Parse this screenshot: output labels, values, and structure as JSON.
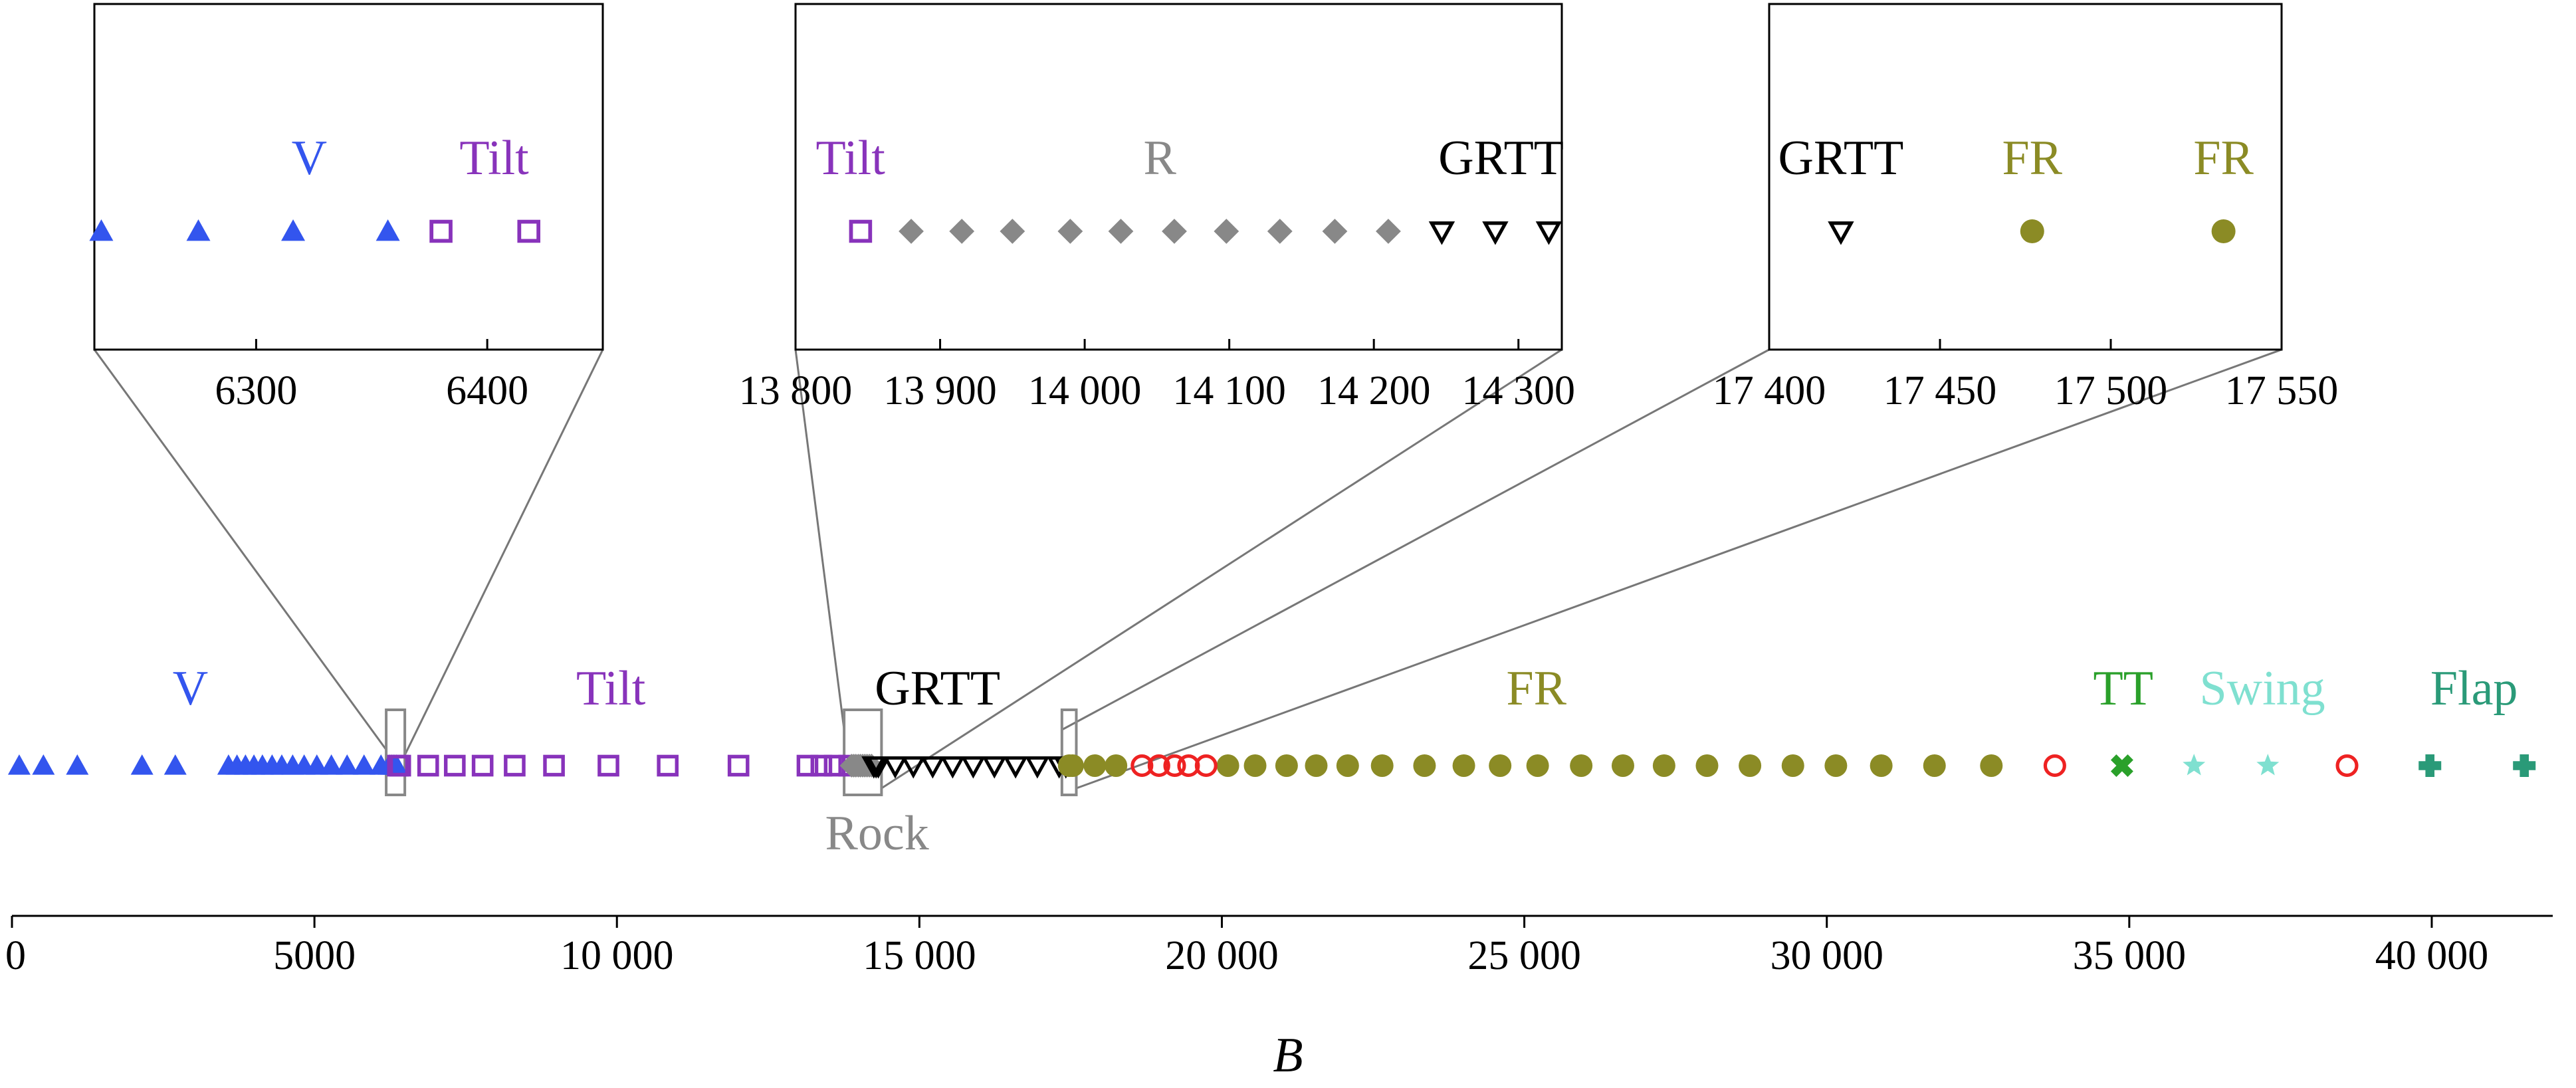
{
  "chart_data": [
    {
      "type": "scatter",
      "title": "",
      "xlabel": "B",
      "xlim": [
        0,
        42000
      ],
      "xticks": [
        0,
        5000,
        10000,
        15000,
        20000,
        25000,
        30000,
        35000,
        40000
      ],
      "tick_labels": [
        "0",
        "5000",
        "10 000",
        "15 000",
        "20 000",
        "25 000",
        "30 000",
        "35 000",
        "40 000"
      ],
      "grid": false,
      "legend": "none",
      "regime_labels": [
        {
          "text": "V",
          "x": 2950,
          "color": "#3355ee"
        },
        {
          "text": "Tilt",
          "x": 9900,
          "color": "#8833bb"
        },
        {
          "text": "GRTT",
          "x": 15300,
          "color": "#000000"
        },
        {
          "text": "Rock",
          "x": 14300,
          "color": "#888888",
          "position": "below"
        },
        {
          "text": "FR",
          "x": 25200,
          "color": "#8b8b25"
        },
        {
          "text": "TT",
          "x": 34900,
          "color": "#2aa02a"
        },
        {
          "text": "Swing",
          "x": 37200,
          "color": "#7fe0d0"
        },
        {
          "text": "Flap",
          "x": 40700,
          "color": "#2a9a78"
        }
      ],
      "series": [
        {
          "marker": "triangle-up",
          "color": "#3355ee",
          "x": [
            120,
            520,
            1080,
            2150,
            2700,
            3580,
            3720,
            3860,
            4000,
            4140,
            4300,
            4460,
            4640,
            4830,
            5040,
            5280,
            5540,
            5820,
            6100,
            6233,
            6275,
            6316,
            6357
          ]
        },
        {
          "marker": "square-open",
          "color": "#8833bb",
          "x": [
            6380,
            6418,
            6880,
            7320,
            7780,
            8310,
            8960,
            9860,
            10840,
            12010,
            13150,
            13380,
            13600,
            13840
          ]
        },
        {
          "marker": "diamond",
          "color": "#888888",
          "x": [
            13880,
            13915,
            13950,
            13990,
            14025,
            14062,
            14098,
            14135,
            14173,
            14210
          ]
        },
        {
          "marker": "triangle-down-open",
          "color": "#000000",
          "x": [
            14247,
            14284,
            14321,
            14600,
            14900,
            15220,
            15550,
            15890,
            16240,
            16590,
            16950,
            17310,
            17421
          ]
        },
        {
          "marker": "circle",
          "color": "#8b8b25",
          "x": [
            17477,
            17533,
            17900,
            18250,
            20100,
            20550,
            21070,
            21560,
            22080,
            22650,
            23350,
            24000,
            24600,
            25220,
            25940,
            26630,
            27310,
            28020,
            28730,
            29440,
            30150,
            30900,
            31780,
            32720
          ]
        },
        {
          "marker": "circle-open",
          "color": "#ee2222",
          "x": [
            18680,
            18960,
            19220,
            19450,
            19740,
            33770,
            38600
          ]
        },
        {
          "marker": "x-thick",
          "color": "#2aa02a",
          "x": [
            34880
          ]
        },
        {
          "marker": "star",
          "color": "#7fe0d0",
          "x": [
            36070,
            37290
          ]
        },
        {
          "marker": "plus-thick",
          "color": "#2a9a78",
          "x": [
            39970,
            41530
          ]
        }
      ]
    },
    {
      "type": "scatter",
      "title": "",
      "xlim": [
        6230,
        6450
      ],
      "xticks": [
        6300,
        6400
      ],
      "tick_labels": [
        "6300",
        "6400"
      ],
      "labels": [
        {
          "text": "V",
          "x": 6323,
          "color": "#3355ee"
        },
        {
          "text": "Tilt",
          "x": 6403,
          "color": "#8833bb"
        }
      ],
      "series": [
        {
          "marker": "triangle-up",
          "color": "#3355ee",
          "x": [
            6233,
            6275,
            6316,
            6357
          ]
        },
        {
          "marker": "square-open",
          "color": "#8833bb",
          "x": [
            6380,
            6418
          ]
        }
      ]
    },
    {
      "type": "scatter",
      "title": "",
      "xlim": [
        13800,
        14330
      ],
      "xticks": [
        13800,
        13900,
        14000,
        14100,
        14200,
        14300
      ],
      "tick_labels": [
        "13 800",
        "13 900",
        "14 000",
        "14 100",
        "14 200",
        "14 300"
      ],
      "labels": [
        {
          "text": "Tilt",
          "x": 13838,
          "color": "#8833bb"
        },
        {
          "text": "R",
          "x": 14052,
          "color": "#888888"
        },
        {
          "text": "GRTT",
          "x": 14288,
          "color": "#000000"
        }
      ],
      "series": [
        {
          "marker": "square-open",
          "color": "#8833bb",
          "x": [
            13845
          ]
        },
        {
          "marker": "diamond",
          "color": "#888888",
          "x": [
            13880,
            13915,
            13950,
            13990,
            14025,
            14062,
            14098,
            14135,
            14173,
            14210
          ]
        },
        {
          "marker": "triangle-down-open",
          "color": "#000000",
          "x": [
            14247,
            14284,
            14321
          ]
        }
      ]
    },
    {
      "type": "scatter",
      "title": "",
      "xlim": [
        17400,
        17550
      ],
      "xticks": [
        17400,
        17450,
        17500,
        17550
      ],
      "tick_labels": [
        "17 400",
        "17 450",
        "17 500",
        "17 550"
      ],
      "labels": [
        {
          "text": "GRTT",
          "x": 17421,
          "color": "#000000"
        },
        {
          "text": "FR",
          "x": 17477,
          "color": "#8b8b25"
        },
        {
          "text": "FR",
          "x": 17533,
          "color": "#8b8b25"
        }
      ],
      "series": [
        {
          "marker": "triangle-down-open",
          "color": "#000000",
          "x": [
            17421
          ]
        },
        {
          "marker": "circle",
          "color": "#8b8b25",
          "x": [
            17477,
            17533
          ]
        }
      ]
    }
  ]
}
